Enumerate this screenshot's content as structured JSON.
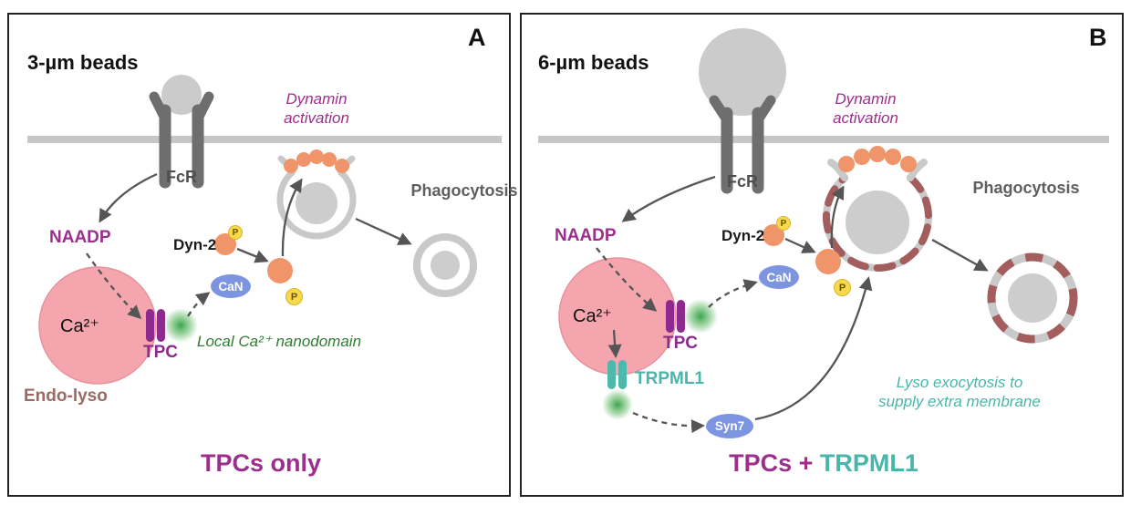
{
  "palette": {
    "purple": "#9c2f8c",
    "teal": "#4ab5aa",
    "green_nanodomain": "#2f7d32",
    "brown_endolyso": "#9a6a64",
    "gray_text": "#5f5f5f",
    "blue_pill": "#7d94e0",
    "yellow_phosphate": "#f6da4a",
    "orange_dynamin": "#f0946a",
    "pink_endolysosome": "#f4a5ad",
    "membrane_gray": "#c6c6c6",
    "bead_gray": "#cbcbcb",
    "receptor_gray": "#6e6e6e",
    "lyso_membrane_dash": "#a35d5d"
  },
  "panel_a": {
    "corner_label": "A",
    "beads_label": "3-µm beads",
    "fcr_label": "FcR",
    "dynamin_activation": "Dynamin\nactivation",
    "phagocytosis_label": "Phagocytosis",
    "naadp_label": "NAADP",
    "ca_label": "Ca²⁺",
    "tpc_label": "TPC",
    "nanodomain_label": "Local Ca²⁺ nanodomain",
    "endolyso_label": "Endo-lyso",
    "dyn2_label": "Dyn-2",
    "phospho_label_1": "P",
    "phospho_label_2": "P",
    "can_label": "CaN",
    "footer_label": "TPCs only"
  },
  "panel_b": {
    "corner_label": "B",
    "beads_label": "6-µm beads",
    "fcr_label": "FcR",
    "dynamin_activation": "Dynamin\nactivation",
    "phagocytosis_label": "Phagocytosis",
    "naadp_label": "NAADP",
    "ca_label": "Ca²⁺",
    "tpc_label": "TPC",
    "trpml1_label": "TRPML1",
    "syn7_label": "Syn7",
    "dyn2_label": "Dyn-2",
    "phospho_label_1": "P",
    "phospho_label_2": "P",
    "can_label": "CaN",
    "lyso_exocytosis_label": "Lyso exocytosis to\nsupply extra membrane",
    "footer_tpcs": "TPCs +",
    "footer_trpml1": "TRPML1"
  }
}
